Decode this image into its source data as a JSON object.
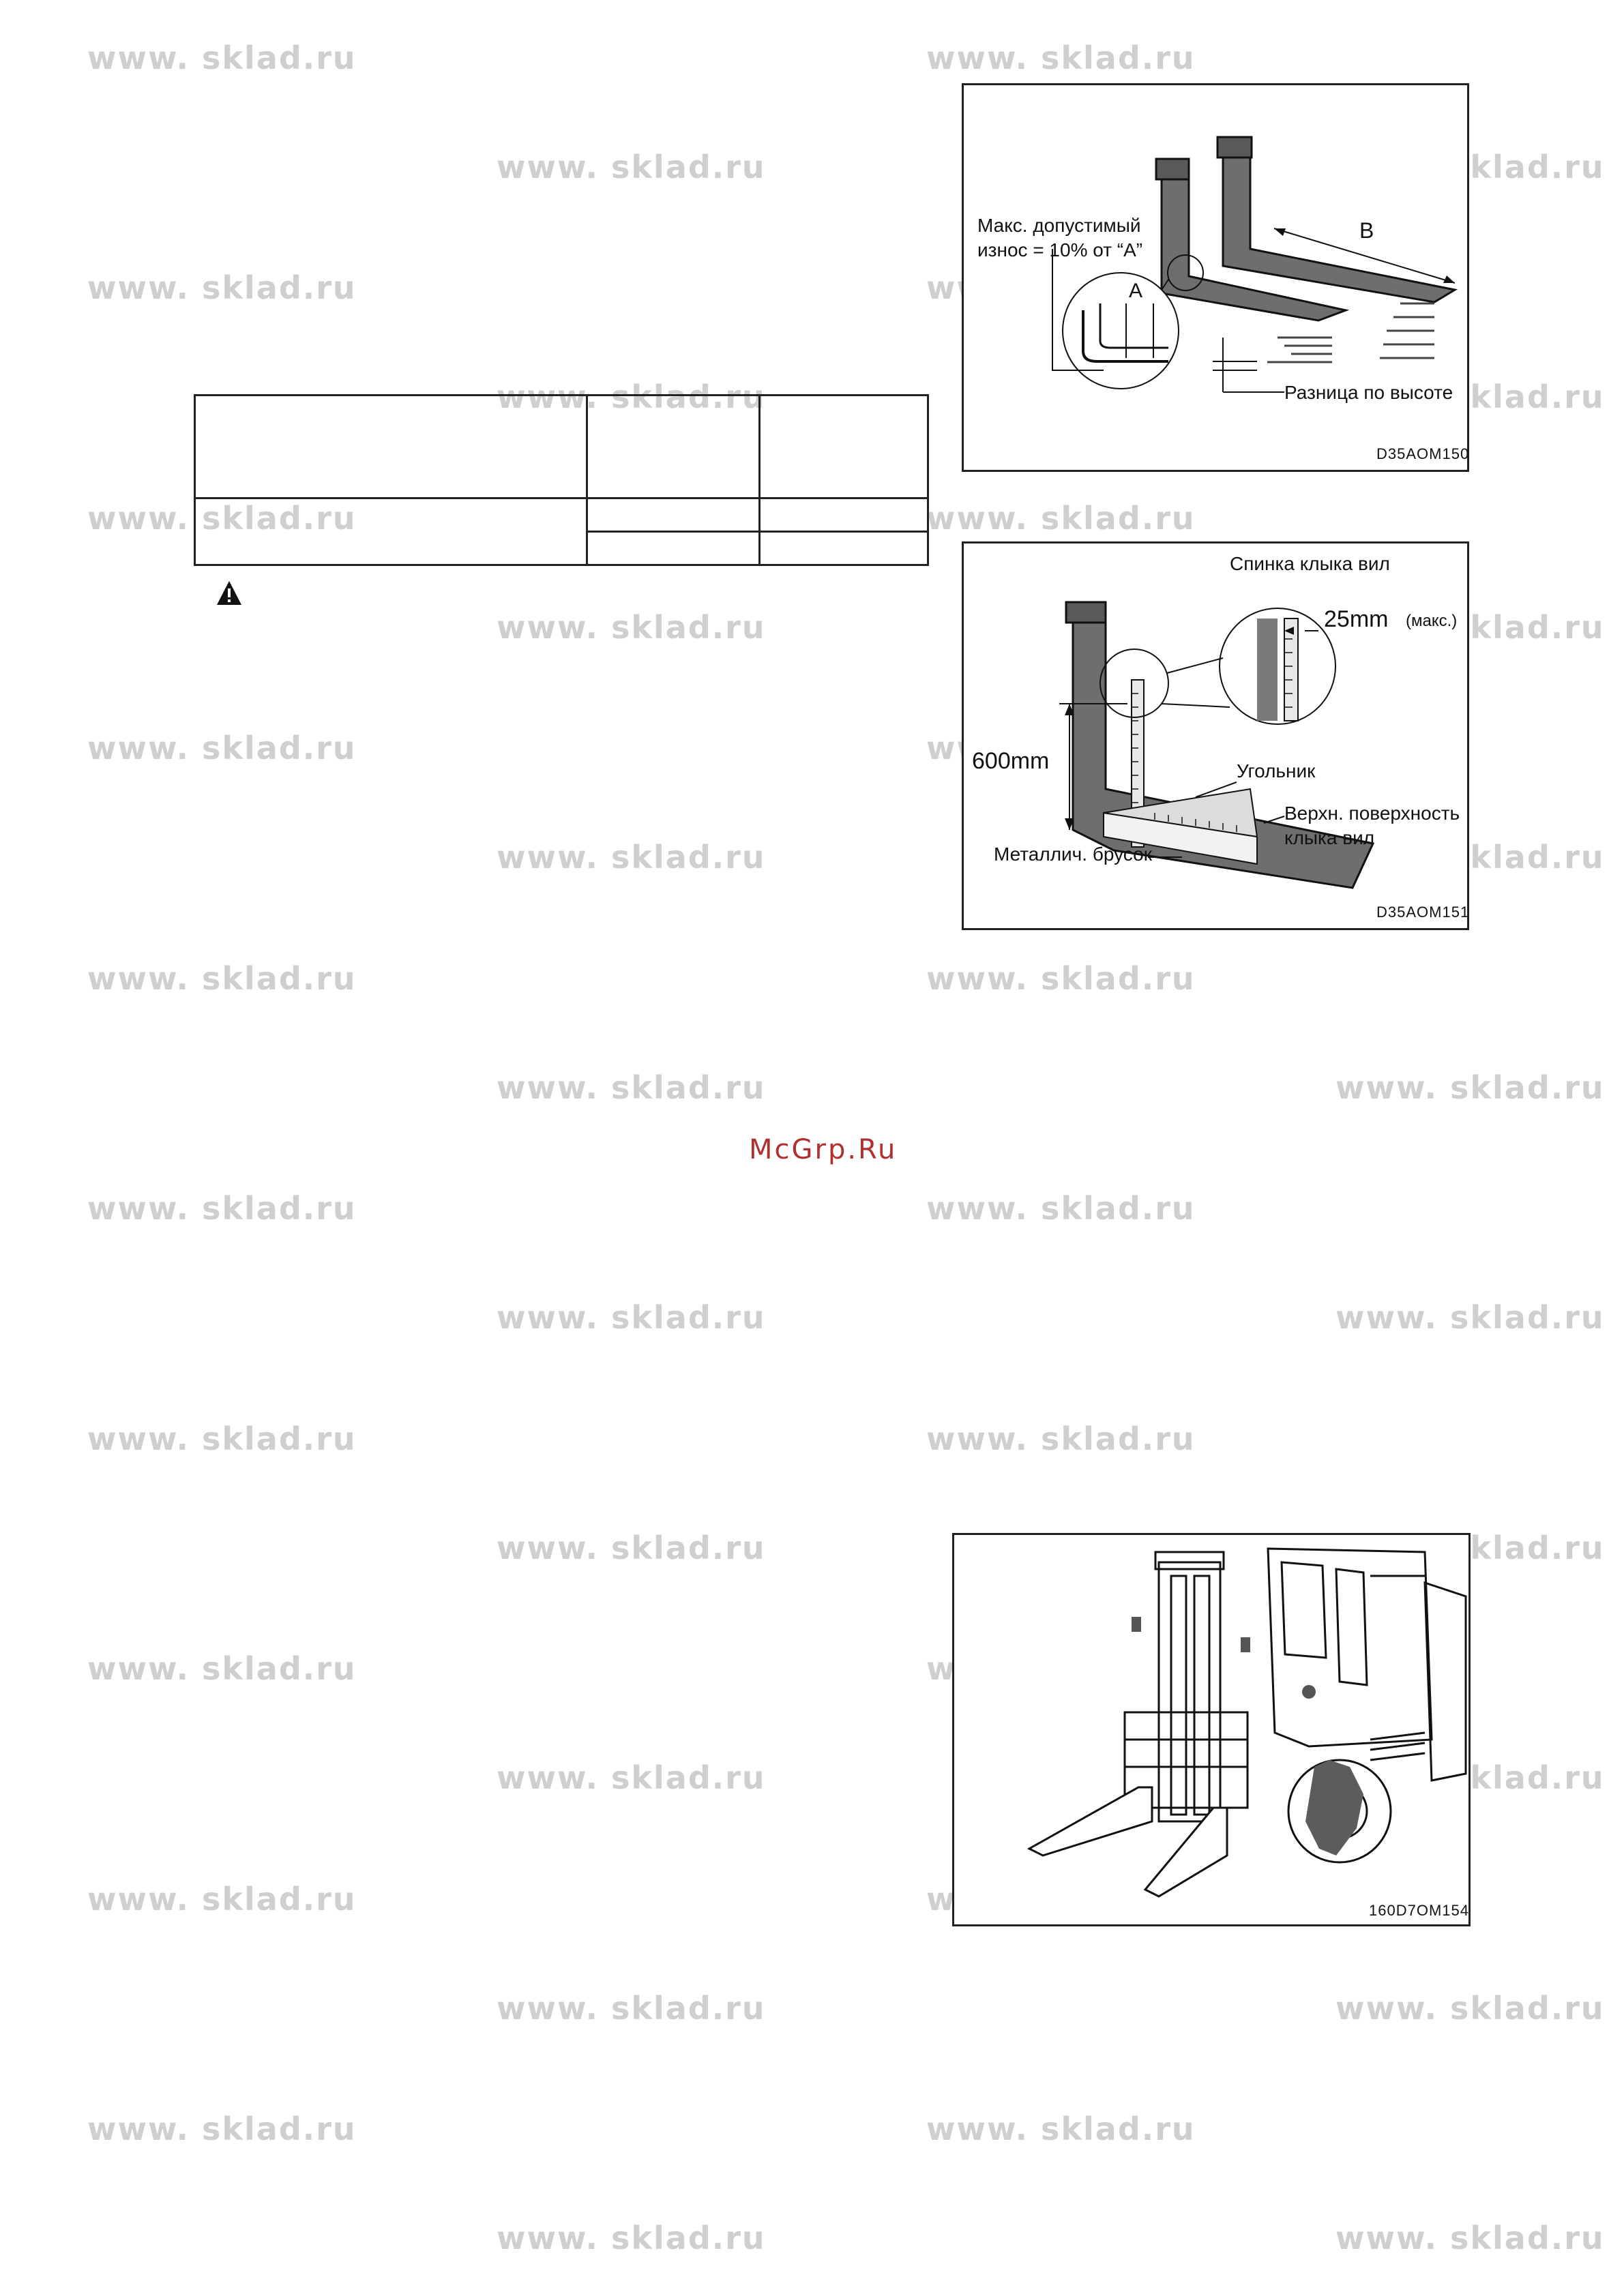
{
  "watermark": {
    "text": "www. sklad.ru"
  },
  "footer_mark": {
    "text": "McGrp.Ru"
  },
  "figure1": {
    "label_wear_1": "Макс. допустимый",
    "label_wear_2": "износ = 10% от “A”",
    "label_a": "A",
    "label_b": "B",
    "label_height": "Разница по высоте",
    "code": "D35AOM150"
  },
  "figure2": {
    "label_back": "Спинка клыка вил",
    "label_25": "25mm",
    "label_max": "(макс.)",
    "label_600": "600mm",
    "label_square": "Угольник",
    "label_top_1": "Верхн. поверхность",
    "label_top_2": "клыка вил",
    "label_bar": "Металлич. брусок",
    "code": "D35AOM151"
  },
  "figure3": {
    "code": "160D7OM154"
  }
}
